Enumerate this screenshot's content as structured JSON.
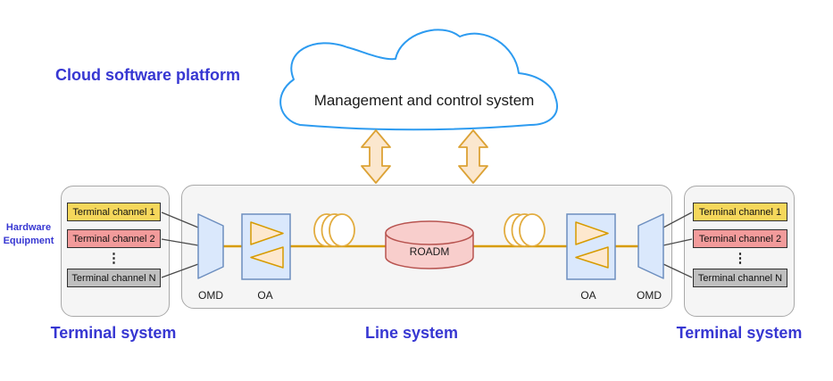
{
  "labels": {
    "cloud_platform": "Cloud software platform",
    "management": "Management and control system",
    "hardware_line1": "Hardware",
    "hardware_line2": "Equipment",
    "terminal_system_left": "Terminal system",
    "line_system": "Line system",
    "terminal_system_right": "Terminal system",
    "dots": "⋮"
  },
  "left_terminal": {
    "channels": [
      "Terminal channel 1",
      "Terminal channel 2",
      "Terminal channel N"
    ]
  },
  "right_terminal": {
    "channels": [
      "Terminal channel 1",
      "Terminal channel 2",
      "Terminal channel N"
    ]
  },
  "line_system": {
    "omd_left": "OMD",
    "oa_left": "OA",
    "roadm": "ROADM",
    "oa_right": "OA",
    "omd_right": "OMD"
  },
  "colors": {
    "blue_text": "#3737D2",
    "cloud_stroke": "#2D9BF0",
    "panel_fill": "#F5F5F5",
    "panel_stroke": "#A9A9A9",
    "channel1_fill": "#F5D75B",
    "channel2_fill": "#F29B9B",
    "channelN_fill": "#BFBFBF",
    "channel_border": "#2F2F2F",
    "device_fill": "#DAE8FC",
    "device_stroke": "#6C8EBF",
    "amplifier_fill": "#FDE8CE",
    "amplifier_stroke": "#D79B00",
    "roadm_fill": "#F8CECC",
    "roadm_stroke": "#B85450",
    "fiber_line": "#D79B00",
    "arrow_fill": "#FBE7CE",
    "arrow_stroke": "#DCA235",
    "connector": "#4A4A4A"
  }
}
